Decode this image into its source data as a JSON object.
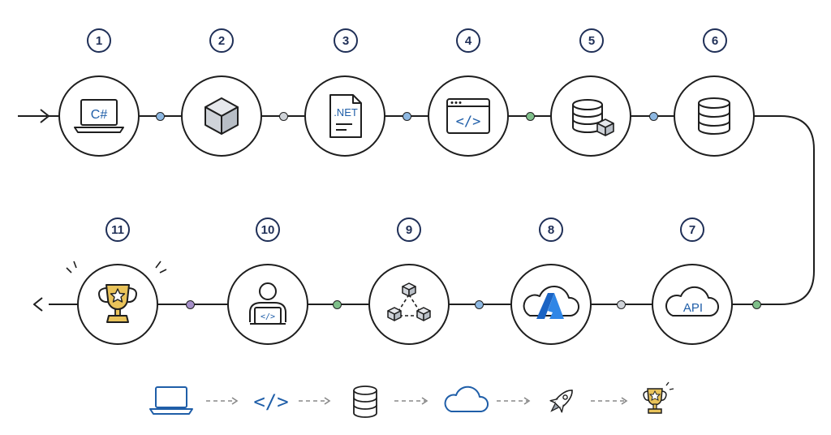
{
  "colors": {
    "ink": "#1e1e1e",
    "accent_blue": "#1f5ea8",
    "badge_ink": "#1f2f57",
    "trophy_gold": "#e9c35a",
    "dot_blue": "#8db8e2",
    "dot_gray": "#cfd3d8",
    "dot_green": "#7fbf8a",
    "dot_purple": "#a690c9"
  },
  "steps": [
    {
      "number": "1",
      "icon": "laptop-code-icon",
      "label": "C#"
    },
    {
      "number": "2",
      "icon": "cube-icon"
    },
    {
      "number": "3",
      "icon": "document-icon",
      "label": ".NET"
    },
    {
      "number": "4",
      "icon": "browser-code-icon",
      "label": "</>"
    },
    {
      "number": "5",
      "icon": "database-cube-icon"
    },
    {
      "number": "6",
      "icon": "database-icon"
    },
    {
      "number": "7",
      "icon": "cloud-icon",
      "label": "API"
    },
    {
      "number": "8",
      "icon": "azure-cloud-icon"
    },
    {
      "number": "9",
      "icon": "network-cubes-icon"
    },
    {
      "number": "10",
      "icon": "developer-icon",
      "label": "</>"
    },
    {
      "number": "11",
      "icon": "trophy-icon"
    }
  ],
  "connector_colors": [
    "dot_blue",
    "dot_gray",
    "dot_blue",
    "dot_green",
    "dot_blue",
    "dot_green",
    "dot_gray",
    "dot_blue",
    "dot_green",
    "dot_purple"
  ],
  "legend": {
    "icons": [
      "laptop-icon",
      "code-icon",
      "database-icon",
      "cloud-icon",
      "rocket-icon",
      "trophy-icon"
    ],
    "code_symbol": "</>"
  }
}
